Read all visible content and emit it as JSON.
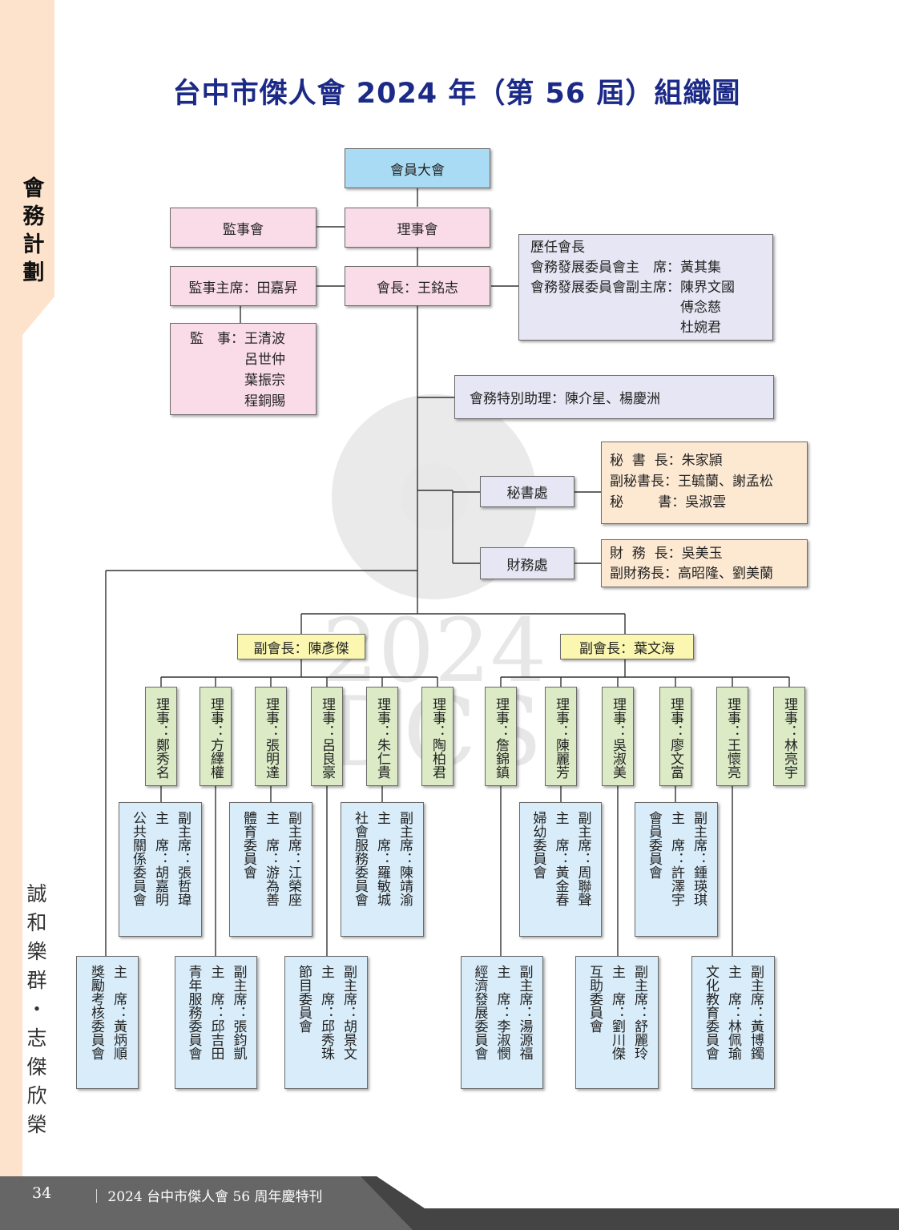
{
  "sidebar": {
    "title": "會\n務\n計\n劃",
    "motto": "誠\n和\n樂\n群\n・\n志\n傑\n欣\n榮"
  },
  "footer": {
    "page_number": "34",
    "publication": "｜ 2024 台中市傑人會 56 周年慶特刊"
  },
  "page_title": "台中市傑人會 2024 年（第 56 屆）組織圖",
  "watermark": {
    "year": "2024",
    "letters": "DCS"
  },
  "org": {
    "general_assembly": "會員大會",
    "supervisory_board": "監事會",
    "board": "理事會",
    "chief_supervisor": "監事主席：田嘉昇",
    "supervisors": {
      "label": "監　事：",
      "names": [
        "王清波",
        "呂世仲",
        "葉振宗",
        "程銅賜"
      ]
    },
    "president": "會長：王銘志",
    "past_presidents": {
      "title": "歷任會長",
      "chair": "會務發展委員會主　席：黃其集",
      "vice_chair_label": "會務發展委員會副主席：",
      "vice_chairs": [
        "陳界文國",
        "傅念慈",
        "杜婉君"
      ]
    },
    "special_assistant": "會務特別助理：陳介星、楊慶洲",
    "secretariat": {
      "label": "秘書處",
      "lines": [
        "秘  書  長：朱家頴",
        "副秘書長：王毓蘭、謝孟松",
        "秘        書：吳淑雲"
      ]
    },
    "finance": {
      "label": "財務處",
      "lines": [
        "財  務  長：吳美玉",
        "副財務長：高昭隆、劉美蘭"
      ]
    },
    "vice_presidents": [
      "副會長：陳彥傑",
      "副會長：葉文海"
    ],
    "directors": [
      "理事：鄭秀名",
      "理事：方繹權",
      "理事：張明達",
      "理事：呂良豪",
      "理事：朱仁貴",
      "理事：陶柏君",
      "理事：詹錦鎮",
      "理事：陳麗芳",
      "理事：吳淑美",
      "理事：廖文富",
      "理事：王懷亮",
      "理事：林亮宇"
    ],
    "committees_upper": [
      {
        "name": "公共關係委員會",
        "chair": "主　席：胡嘉明",
        "vice": "副主席：張哲瑋"
      },
      {
        "name": "體育委員會",
        "chair": "主　席：游為善",
        "vice": "副主席：江榮座"
      },
      {
        "name": "社會服務委員會",
        "chair": "主　席：羅敏城",
        "vice": "副主席：陳靖渝"
      },
      {
        "name": "婦幼委員會",
        "chair": "主　席：黃金春",
        "vice": "副主席：周聯聲"
      },
      {
        "name": "會員委員會",
        "chair": "主　席：許澤宇",
        "vice": "副主席：鍾瑛琪"
      }
    ],
    "committees_lower": [
      {
        "name": "獎勵考核委員會",
        "chair": "主　席：黃炳順",
        "vice": ""
      },
      {
        "name": "青年服務委員會",
        "chair": "主　席：邱吉田",
        "vice": "副主席：張鈞凱"
      },
      {
        "name": "節目委員會",
        "chair": "主　席：邱秀珠",
        "vice": "副主席：胡景文"
      },
      {
        "name": "經濟發展委員會",
        "chair": "主　席：李淑憫",
        "vice": "副主席：湯源福"
      },
      {
        "name": "互助委員會",
        "chair": "主　席：劉川傑",
        "vice": "副主席：舒麗玲"
      },
      {
        "name": "文化教育委員會",
        "chair": "主　席：林佩瑜",
        "vice": "副主席：黃博鐲"
      }
    ]
  },
  "colors": {
    "title": "#1c2a87",
    "sidebar": "#fde2cc",
    "footer": "#666666",
    "line": "#333333"
  }
}
